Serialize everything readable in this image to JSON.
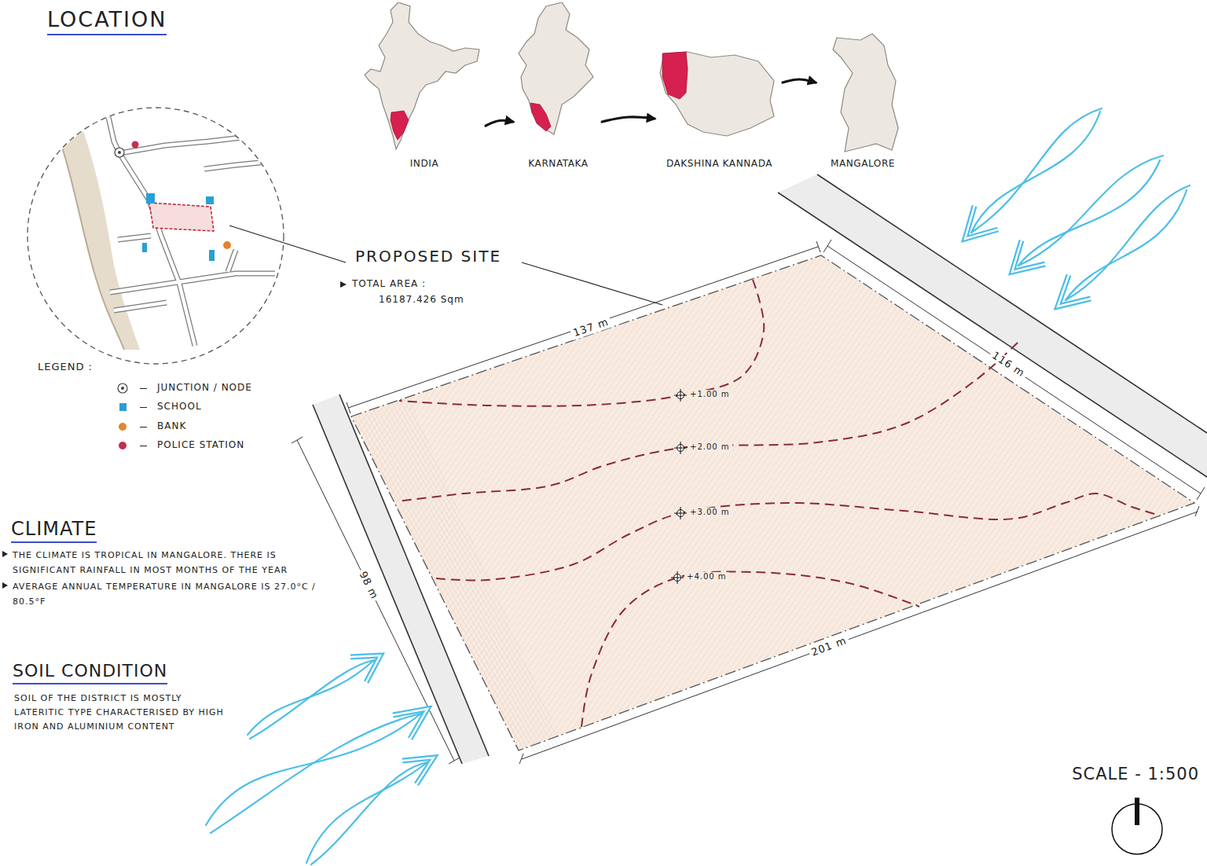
{
  "diagram": {
    "title": "LOCATION",
    "nodes": [
      {
        "text": [
          "INDIA"
        ]
      },
      {
        "text": [
          "KARNATAKA"
        ]
      },
      {
        "text": [
          "DAKSHINA KANNADA"
        ]
      },
      {
        "text": [
          "MANGALORE"
        ]
      }
    ],
    "edges": [
      {
        "from": 0,
        "to": 1,
        "arrow": "to"
      },
      {
        "from": 1,
        "to": 2,
        "arrow": "to"
      },
      {
        "from": 2,
        "to": 3,
        "arrow": "to"
      }
    ],
    "labels": [
      "PROPOSED SITE",
      "TOTAL AREA :",
      "16187.426 Sqm",
      "LEGEND :",
      "137 m",
      "116 m",
      "98 m",
      "201 m",
      "+1.00 m",
      "+2.00 m",
      "+3.00 m",
      "+4.00 m",
      "CLIMATE",
      "THE CLIMATE IS TROPICAL IN MANGALORE. THERE IS SIGNIFICANT RAINFALL IN MOST MONTHS OF THE YEAR",
      "AVERAGE ANNUAL TEMPERATURE IN MANGALORE IS 27.0°C / 80.5°F",
      "SOIL CONDITION",
      "SOIL OF THE DISTRICT IS MOSTLY LATERITIC TYPE CHARACTERISED BY HIGH IRON AND ALUMINIUM CONTENT",
      "SCALE - 1:500"
    ],
    "legend": [
      {
        "text": "JUNCTION / NODE"
      },
      {
        "text": "SCHOOL",
        "color": "#2a9fd6"
      },
      {
        "text": "BANK",
        "color": "#e8832a"
      },
      {
        "text": "POLICE STATION",
        "color": "#c2304f"
      }
    ]
  }
}
